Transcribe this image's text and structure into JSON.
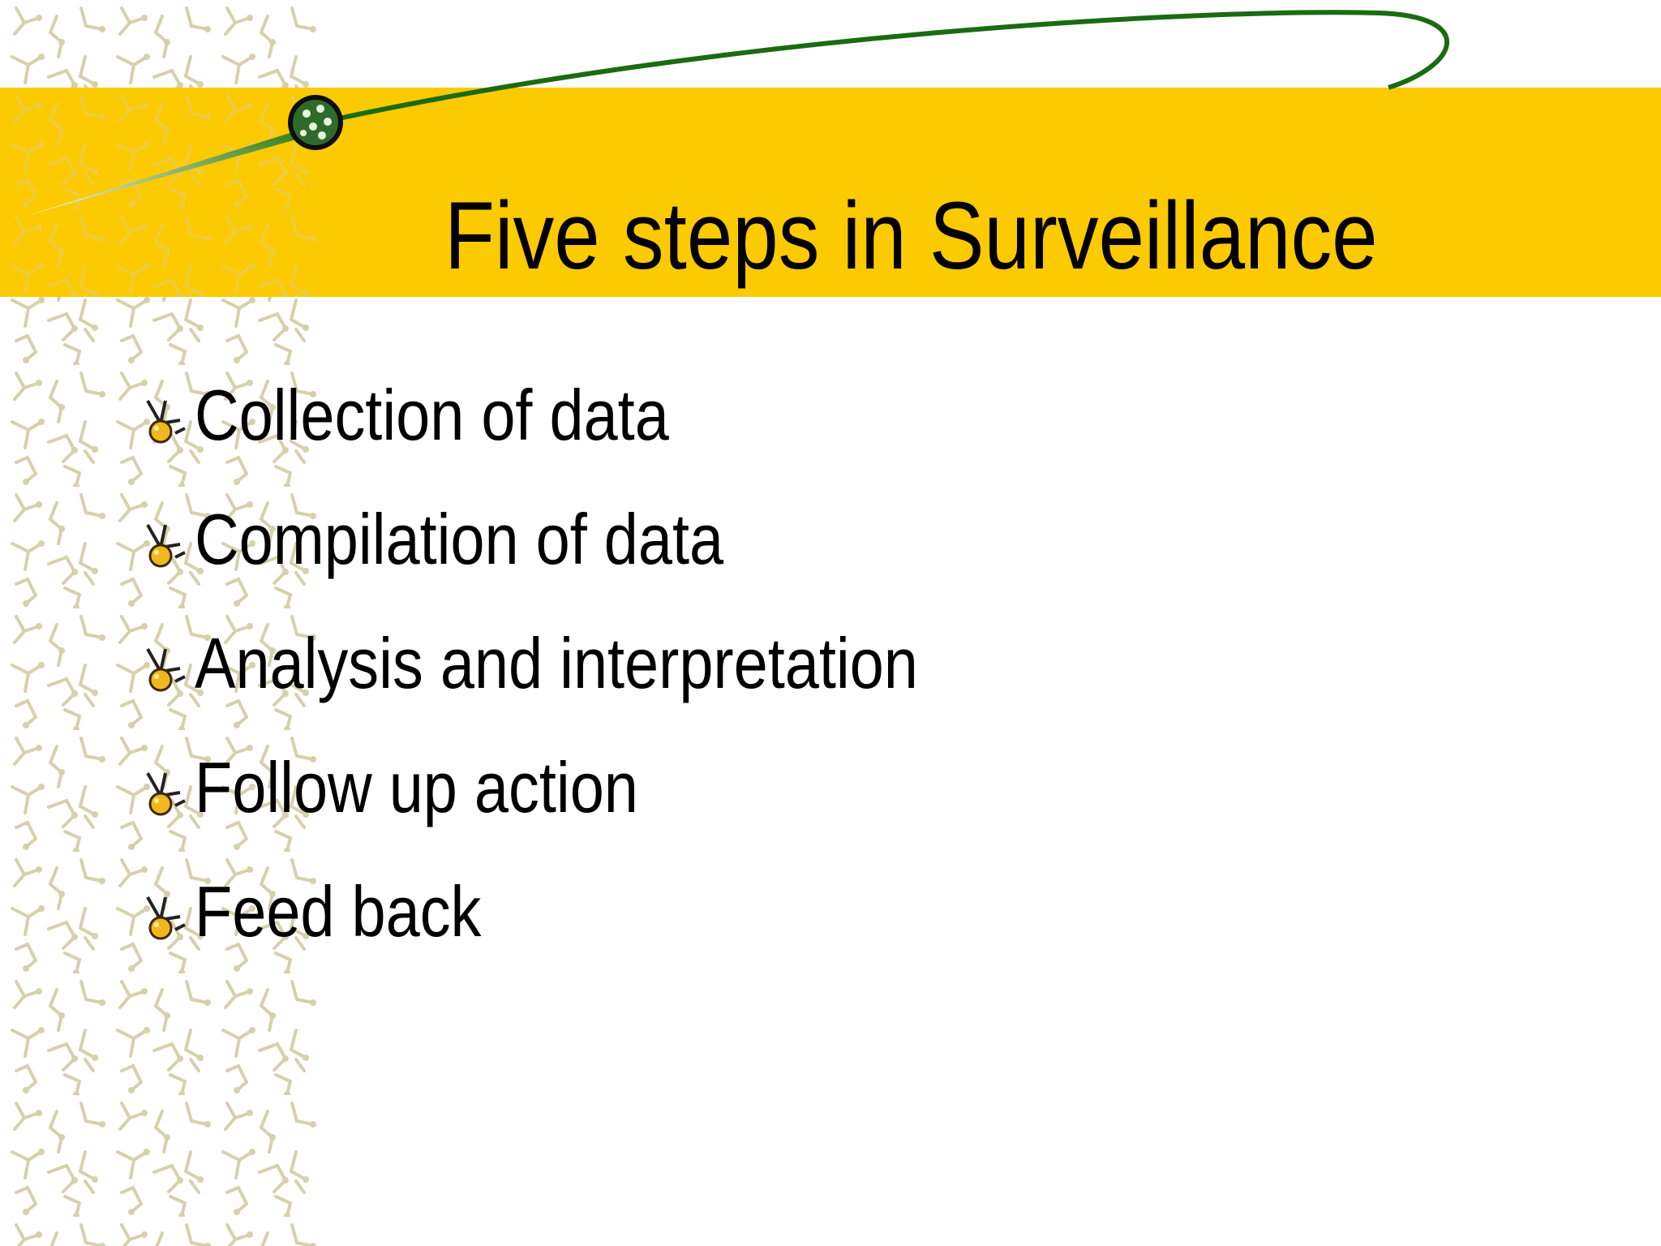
{
  "slide": {
    "title": "Five steps in Surveillance",
    "bullets": [
      {
        "text": "Collection of data"
      },
      {
        "text": "Compilation of data"
      },
      {
        "text": "Analysis and interpretation"
      },
      {
        "text": "Follow up action"
      },
      {
        "text": "Feed back"
      }
    ]
  },
  "theme": {
    "band_color": "#fcca00",
    "swoosh_color": "#1a6b12",
    "pattern_color": "#d8d3b0",
    "bullet_icon": "molecule-bullet-icon"
  }
}
